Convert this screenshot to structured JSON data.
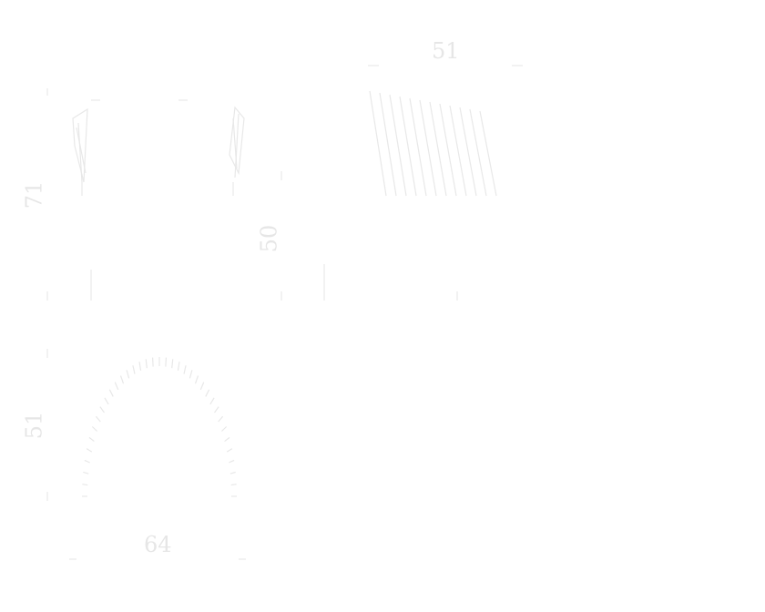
{
  "dimensions": {
    "top_right_width": "51",
    "top_left_height": "71",
    "middle_height": "50",
    "bottom_height": "51",
    "bottom_width": "64"
  },
  "colors": {
    "background": "#ffffff",
    "stroke": "#e8e8e8"
  }
}
